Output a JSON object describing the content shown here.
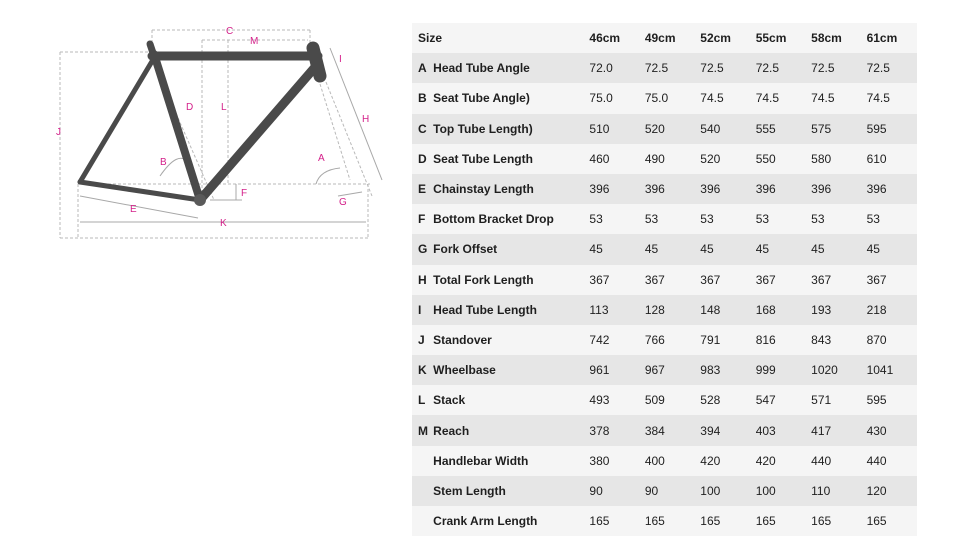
{
  "diagram": {
    "labels": {
      "A": "A",
      "B": "B",
      "C": "C",
      "D": "D",
      "E": "E",
      "F": "F",
      "G": "G",
      "H": "H",
      "I": "I",
      "J": "J",
      "K": "K",
      "L": "L",
      "M": "M"
    },
    "accent_color": "#d4208a",
    "frame_color": "#4a4a4a"
  },
  "table": {
    "size_label": "Size",
    "sizes": [
      "46cm",
      "49cm",
      "52cm",
      "55cm",
      "58cm",
      "61cm"
    ],
    "rows": [
      {
        "key": "A",
        "name": "Head Tube Angle",
        "values": [
          "72.0",
          "72.5",
          "72.5",
          "72.5",
          "72.5",
          "72.5"
        ]
      },
      {
        "key": "B",
        "name": "Seat Tube Angle)",
        "values": [
          "75.0",
          "75.0",
          "74.5",
          "74.5",
          "74.5",
          "74.5"
        ]
      },
      {
        "key": "C",
        "name": "Top Tube Length)",
        "values": [
          "510",
          "520",
          "540",
          "555",
          "575",
          "595"
        ]
      },
      {
        "key": "D",
        "name": "Seat Tube Length",
        "values": [
          "460",
          "490",
          "520",
          "550",
          "580",
          "610"
        ]
      },
      {
        "key": "E",
        "name": "Chainstay Length",
        "values": [
          "396",
          "396",
          "396",
          "396",
          "396",
          "396"
        ]
      },
      {
        "key": "F",
        "name": "Bottom Bracket Drop",
        "values": [
          "53",
          "53",
          "53",
          "53",
          "53",
          "53"
        ]
      },
      {
        "key": "G",
        "name": "Fork Offset",
        "values": [
          "45",
          "45",
          "45",
          "45",
          "45",
          "45"
        ]
      },
      {
        "key": "H",
        "name": "Total Fork Length",
        "values": [
          "367",
          "367",
          "367",
          "367",
          "367",
          "367"
        ]
      },
      {
        "key": "I",
        "name": "Head Tube Length",
        "values": [
          "113",
          "128",
          "148",
          "168",
          "193",
          "218"
        ]
      },
      {
        "key": "J",
        "name": "Standover",
        "values": [
          "742",
          "766",
          "791",
          "816",
          "843",
          "870"
        ]
      },
      {
        "key": "K",
        "name": "Wheelbase",
        "values": [
          "961",
          "967",
          "983",
          "999",
          "1020",
          "1041"
        ]
      },
      {
        "key": "L",
        "name": "Stack",
        "values": [
          "493",
          "509",
          "528",
          "547",
          "571",
          "595"
        ]
      },
      {
        "key": "M",
        "name": "Reach",
        "values": [
          "378",
          "384",
          "394",
          "403",
          "417",
          "430"
        ]
      },
      {
        "key": "",
        "name": "Handlebar Width",
        "values": [
          "380",
          "400",
          "420",
          "420",
          "440",
          "440"
        ]
      },
      {
        "key": "",
        "name": "Stem Length",
        "values": [
          "90",
          "90",
          "100",
          "100",
          "110",
          "120"
        ]
      },
      {
        "key": "",
        "name": "Crank Arm Length",
        "values": [
          "165",
          "165",
          "165",
          "165",
          "165",
          "165"
        ]
      }
    ]
  }
}
